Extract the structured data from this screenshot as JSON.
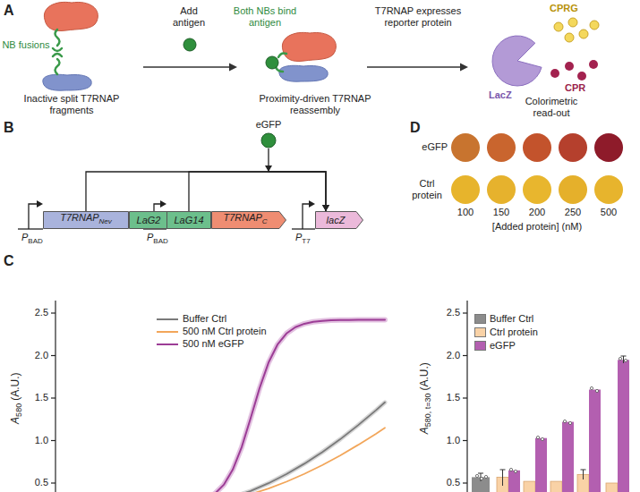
{
  "diagram": {
    "nodes": [
      {
        "text": [
          "eGFP"
        ]
      },
      {
        "text": [
          "T7RNAP",
          "Nev"
        ]
      },
      {
        "text": [
          "LaG2"
        ]
      },
      {
        "text": [
          "LaG14"
        ]
      },
      {
        "text": [
          "T7RNAP",
          "C"
        ]
      },
      {
        "text": [
          "lacZ"
        ]
      }
    ],
    "edges": [
      {
        "from": 1,
        "to": 5,
        "arrow": "to"
      },
      {
        "from": 3,
        "to": 5,
        "arrow": "to"
      },
      {
        "from": 0,
        "to": 5,
        "arrow": "to"
      }
    ],
    "labels": [
      "A",
      "NB fusions",
      "Inactive split T7RNAP fragments",
      "Add antigen",
      "Both NBs bind antigen",
      "Proximity-driven T7RNAP reassembly",
      "T7RNAP expresses reporter protein",
      "CPRG",
      "LacZ",
      "CPR",
      "Colorimetric read-out",
      "B",
      "P",
      "BAD",
      "P",
      "BAD",
      "P",
      "T7",
      "C",
      "A",
      "580",
      "(A.U.)",
      "2.5",
      "2.0",
      "1.5",
      "1.0",
      "0.5",
      "D",
      "eGFP",
      "Ctrl protein",
      "100",
      "150",
      "200",
      "250",
      "500",
      "[Added protein] (nM)",
      "A",
      "580, t=30",
      "(A.U.)",
      "2.5",
      "2.0",
      "1.5",
      "1.0",
      "0.5"
    ],
    "legend": [
      {
        "text": "Buffer Ctrl"
      },
      {
        "text": "500 nM Ctrl protein"
      },
      {
        "text": "500 nM eGFP"
      },
      {
        "text": "Buffer Ctrl",
        "color": "#8c8c8c"
      },
      {
        "text": "Ctrl protein",
        "color": "#f9d2a6"
      },
      {
        "text": "eGFP",
        "color": "#b35fb0"
      }
    ]
  }
}
